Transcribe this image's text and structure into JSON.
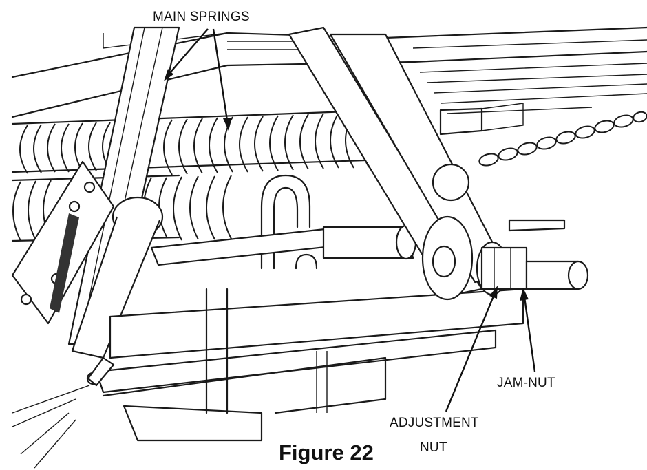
{
  "labels": {
    "main_springs": "MAIN SPRINGS",
    "jam_nut": "JAM-NUT",
    "adjustment_nut_line1": "ADJUSTMENT",
    "adjustment_nut_line2": "NUT",
    "figure": "Figure 22"
  }
}
